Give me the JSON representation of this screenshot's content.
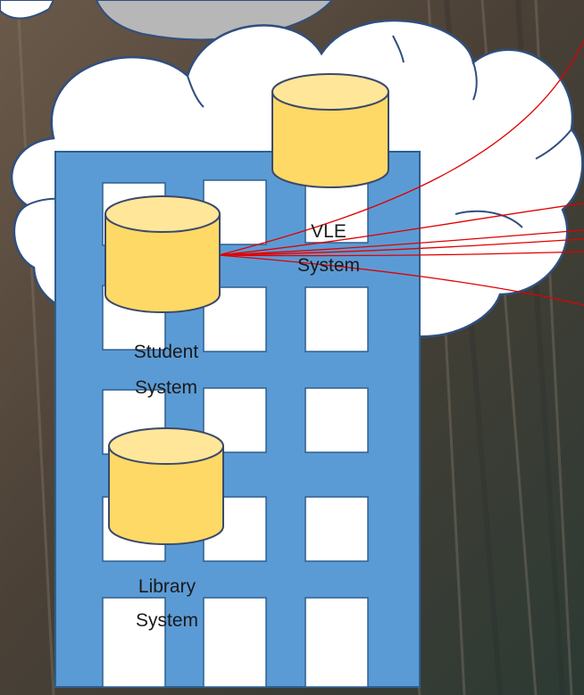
{
  "systems": {
    "vle": {
      "line1": "VLE",
      "line2": "System"
    },
    "student": {
      "line1": "Student",
      "line2": "System"
    },
    "library": {
      "line1": "Library",
      "line2": "System"
    }
  },
  "colors": {
    "building": "#5b9bd5",
    "building_edge": "#2e5f8f",
    "window": "#ffffff",
    "database_fill": "#ffd966",
    "database_top": "#ffe699",
    "database_edge": "#3a4a6b",
    "cloud_fill": "#ffffff",
    "cloud_edge": "#2f4f7f",
    "link_line": "#e00000"
  }
}
